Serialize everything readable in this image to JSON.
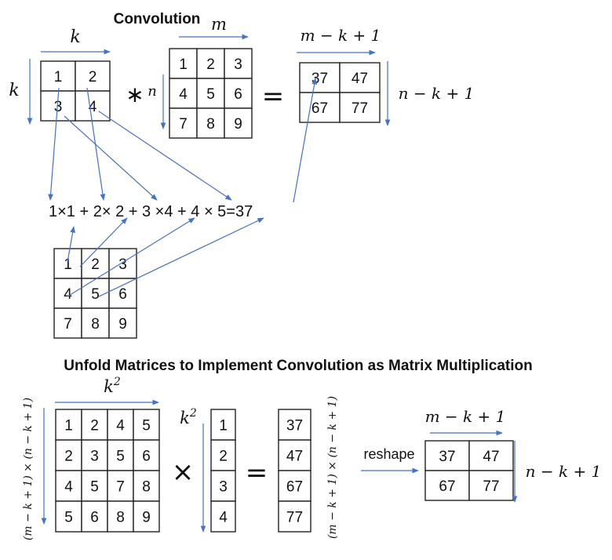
{
  "titles": {
    "convolution": "Convolution",
    "unfold": "Unfold Matrices to Implement Convolution as Matrix Multiplication"
  },
  "labels": {
    "k": "k",
    "m": "m",
    "n": "n",
    "m_k_1": "m − k + 1",
    "n_k_1": "n − k + 1",
    "k2": "k",
    "k2_exp": "2",
    "rot_left": "(m − k + 1) × (n − k + 1)",
    "rot_right": "(m − k + 1) × (n − k + 1)",
    "reshape": "reshape"
  },
  "symbols": {
    "conv": "∗",
    "equals": "=",
    "times": "×",
    "equals2": "="
  },
  "equation": "1×1 + 2× 2 + 3 ×4 + 4 × 5=37",
  "kernel": [
    [
      "1",
      "2"
    ],
    [
      "3",
      "4"
    ]
  ],
  "input": [
    [
      "1",
      "2",
      "3"
    ],
    [
      "4",
      "5",
      "6"
    ],
    [
      "7",
      "8",
      "9"
    ]
  ],
  "output": [
    [
      "37",
      "47"
    ],
    [
      "67",
      "77"
    ]
  ],
  "input_copy": [
    [
      "1",
      "2",
      "3"
    ],
    [
      "4",
      "5",
      "6"
    ],
    [
      "7",
      "8",
      "9"
    ]
  ],
  "unfolded": [
    [
      "1",
      "2",
      "4",
      "5"
    ],
    [
      "2",
      "3",
      "5",
      "6"
    ],
    [
      "4",
      "5",
      "7",
      "8"
    ],
    [
      "5",
      "6",
      "8",
      "9"
    ]
  ],
  "kernel_vector": [
    [
      "1"
    ],
    [
      "2"
    ],
    [
      "3"
    ],
    [
      "4"
    ]
  ],
  "result_vector": [
    [
      "37"
    ],
    [
      "47"
    ],
    [
      "67"
    ],
    [
      "77"
    ]
  ],
  "reshaped": [
    [
      "37",
      "47"
    ],
    [
      "67",
      "77"
    ]
  ],
  "colors": {
    "arrow": "#4472c4",
    "grid": "#222222",
    "text": "#111111"
  }
}
